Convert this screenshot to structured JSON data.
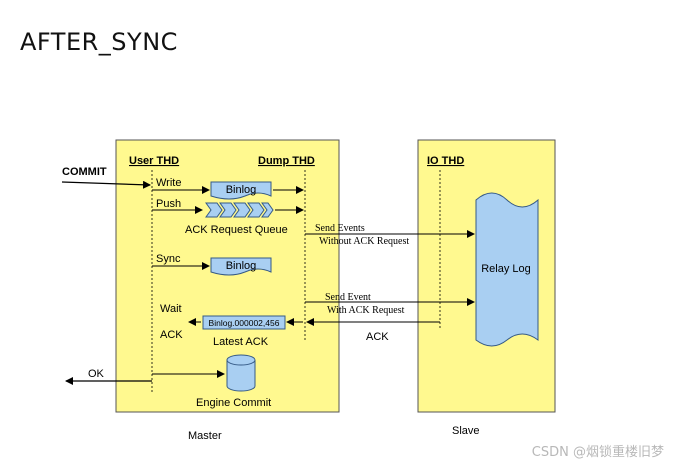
{
  "title": "AFTER_SYNC",
  "master": {
    "caption": "Master",
    "user_thd": "User THD",
    "dump_thd": "Dump THD",
    "commit": "COMMIT",
    "write": "Write",
    "push": "Push",
    "sync": "Sync",
    "wait": "Wait",
    "ack": "ACK",
    "ok": "OK",
    "binlog_1": "Binlog",
    "binlog_2": "Binlog",
    "ack_request_queue": "ACK Request Queue",
    "latest_ack_value": "Binlog.000002,456",
    "latest_ack": "Latest ACK",
    "engine_commit": "Engine Commit"
  },
  "slave": {
    "caption": "Slave",
    "io_thd": "IO THD",
    "relay_log": "Relay Log"
  },
  "arrows": {
    "send_events_1": "Send Events",
    "send_events_2": "Without ACK Request",
    "send_event_1": "Send Event",
    "send_event_2": "With ACK Request",
    "ack": "ACK"
  },
  "watermark": "CSDN @烟锁重楼旧梦",
  "colors": {
    "box_fill": "#fff98f",
    "shape_fill": "#a9cff2",
    "shape_stroke": "#355a86"
  }
}
